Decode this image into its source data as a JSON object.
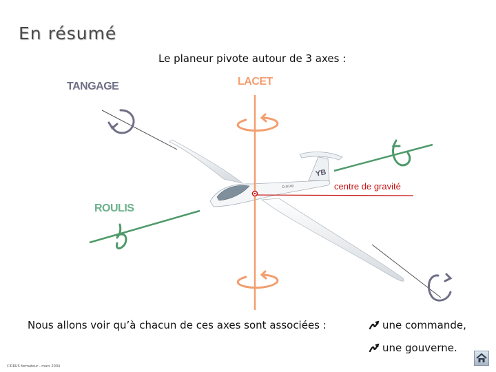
{
  "title": "En résumé",
  "subtitle": "Le planeur pivote autour de 3 axes :",
  "axes": {
    "tangage": "TANGAGE",
    "lacet": "LACET",
    "roulis": "ROULIS"
  },
  "center_of_gravity_label": "centre de gravité",
  "glider": {
    "tail_mark": "YB",
    "registration": "D-8149"
  },
  "bottom_text": "Nous allons voir qu’à chacun de ces axes sont associées :",
  "items": [
    "une commande,",
    "une gouverne."
  ],
  "footer": "CIRRUS formateur - mars 2004",
  "colors": {
    "tangage": "#6e6e86",
    "lacet": "#f39e6f",
    "roulis": "#4e9a6a",
    "center_of_gravity": "#c81414"
  },
  "icons": [
    "rotation-arrow-icon",
    "bullet-arrow-icon",
    "home-icon"
  ]
}
